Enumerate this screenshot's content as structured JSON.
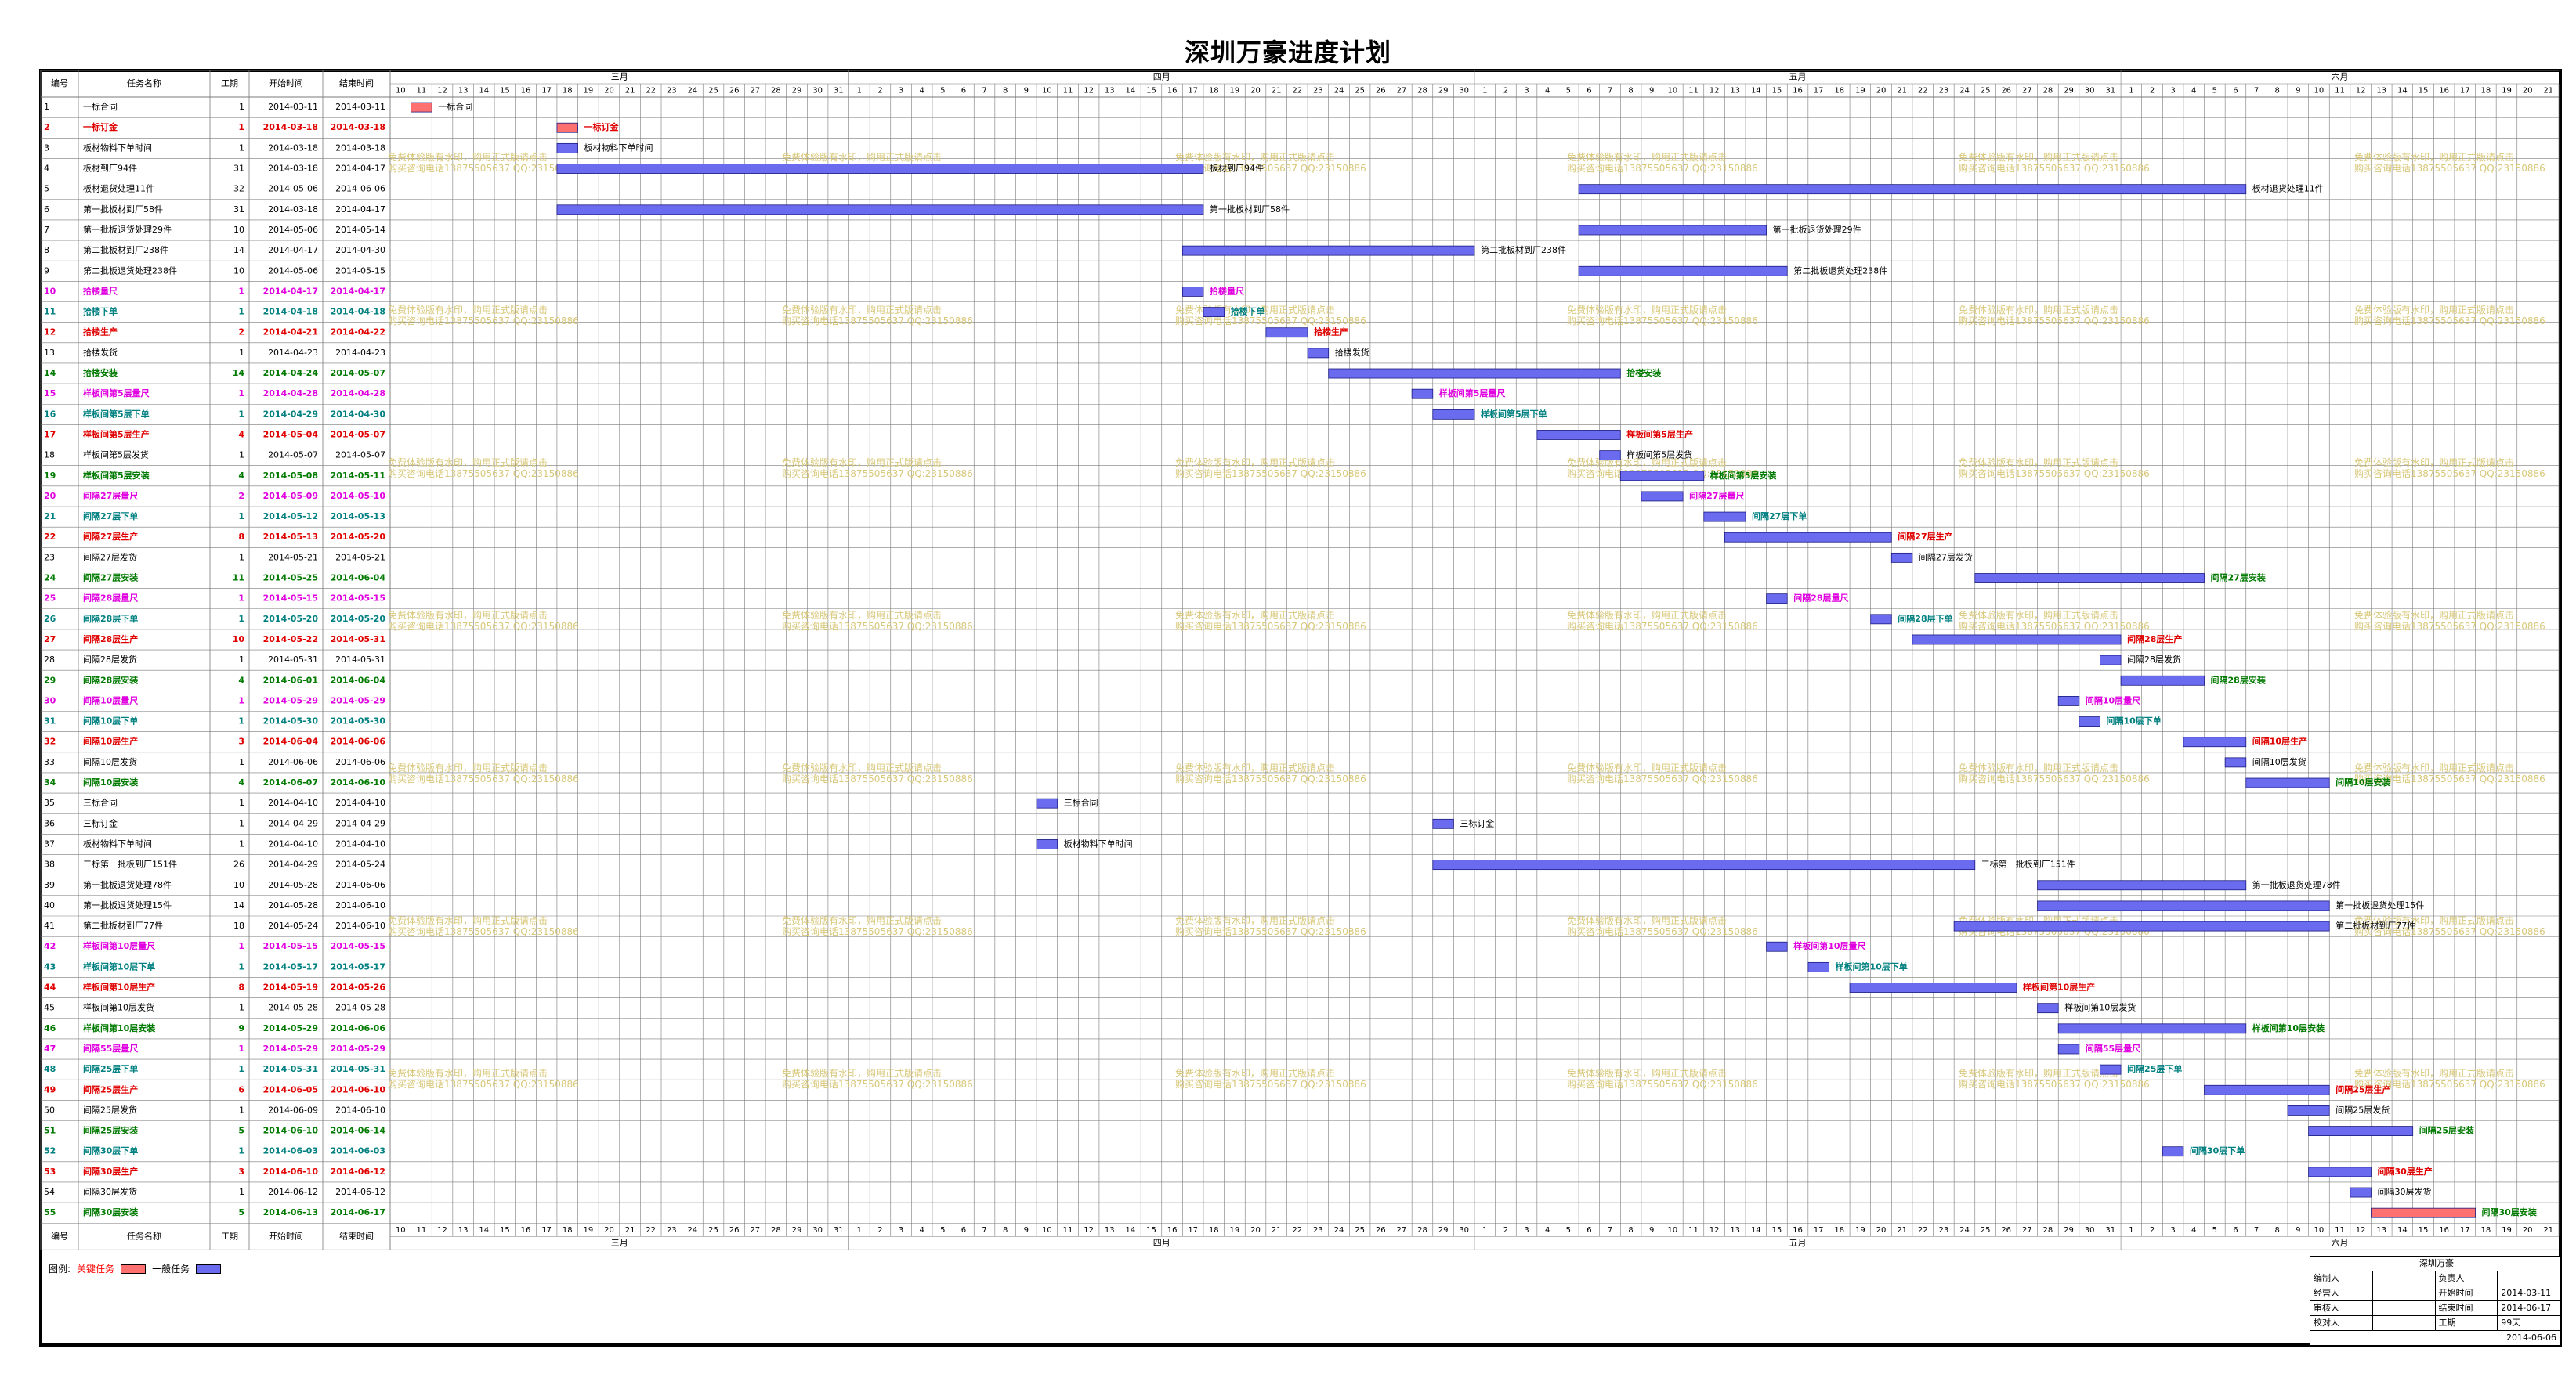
{
  "page": {
    "title": "深圳万豪进度计划"
  },
  "headers": {
    "num": "编号",
    "name": "任务名称",
    "dur": "工期",
    "start": "开始时间",
    "end": "结束时间"
  },
  "months": [
    "三月",
    "四月",
    "五月",
    "六月"
  ],
  "colors": {
    "critical_bar": "#ff7070",
    "normal_bar": "#6b6bf0",
    "bar_stroke": "#1a1a80",
    "grid": "#7a7a7a",
    "watermark": "#d8c87a"
  },
  "watermark_text": [
    "免费体验版有水印，购用正式版请点击",
    "购买咨询电话13875505637 QQ:23150886"
  ],
  "legend": {
    "label": "图例:",
    "critical": "关键任务",
    "normal": "一般任务"
  },
  "info": {
    "project": "深圳万豪",
    "rows": [
      [
        "编制人",
        "",
        "负责人",
        ""
      ],
      [
        "经营人",
        "",
        "开始时间",
        "2014-03-11"
      ],
      [
        "审核人",
        "",
        "结束时间",
        "2014-06-17"
      ],
      [
        "校对人",
        "",
        "工期",
        "99天"
      ]
    ],
    "date": "2014-06-06"
  },
  "chart_data": {
    "type": "gantt",
    "title": "深圳万豪进度计划",
    "timeline": {
      "start": "2014-03-10",
      "end": "2014-06-21"
    },
    "tasks": [
      {
        "id": "1",
        "name": "一标合同",
        "dur": "1",
        "start": "2014-03-11",
        "end": "2014-03-11",
        "style": "normal",
        "crit": true
      },
      {
        "id": "2",
        "name": "一标订金",
        "dur": "1",
        "start": "2014-03-18",
        "end": "2014-03-18",
        "style": "red",
        "crit": true
      },
      {
        "id": "3",
        "name": "板材物料下单时间",
        "dur": "1",
        "start": "2014-03-18",
        "end": "2014-03-18",
        "style": "normal",
        "crit": false
      },
      {
        "id": "4",
        "name": "板材到厂94件",
        "dur": "31",
        "start": "2014-03-18",
        "end": "2014-04-17",
        "style": "normal",
        "crit": false
      },
      {
        "id": "5",
        "name": "板材退货处理11件",
        "dur": "32",
        "start": "2014-05-06",
        "end": "2014-06-06",
        "style": "normal",
        "crit": false
      },
      {
        "id": "6",
        "name": "第一批板材到厂58件",
        "dur": "31",
        "start": "2014-03-18",
        "end": "2014-04-17",
        "style": "normal",
        "crit": false
      },
      {
        "id": "7",
        "name": "第一批板退货处理29件",
        "dur": "10",
        "start": "2014-05-06",
        "end": "2014-05-14",
        "style": "normal",
        "crit": false
      },
      {
        "id": "8",
        "name": "第二批板材到厂238件",
        "dur": "14",
        "start": "2014-04-17",
        "end": "2014-04-30",
        "style": "normal",
        "crit": false
      },
      {
        "id": "9",
        "name": "第二批板退货处理238件",
        "dur": "10",
        "start": "2014-05-06",
        "end": "2014-05-15",
        "style": "normal",
        "crit": false
      },
      {
        "id": "10",
        "name": "拾楼量尺",
        "dur": "1",
        "start": "2014-04-17",
        "end": "2014-04-17",
        "style": "magenta",
        "crit": false
      },
      {
        "id": "11",
        "name": "拾楼下单",
        "dur": "1",
        "start": "2014-04-18",
        "end": "2014-04-18",
        "style": "teal",
        "crit": false
      },
      {
        "id": "12",
        "name": "拾楼生产",
        "dur": "2",
        "start": "2014-04-21",
        "end": "2014-04-22",
        "style": "red",
        "crit": false
      },
      {
        "id": "13",
        "name": "拾楼发货",
        "dur": "1",
        "start": "2014-04-23",
        "end": "2014-04-23",
        "style": "normal",
        "crit": false
      },
      {
        "id": "14",
        "name": "拾楼安装",
        "dur": "14",
        "start": "2014-04-24",
        "end": "2014-05-07",
        "style": "green",
        "crit": false
      },
      {
        "id": "15",
        "name": "样板间第5层量尺",
        "dur": "1",
        "start": "2014-04-28",
        "end": "2014-04-28",
        "style": "magenta",
        "crit": false
      },
      {
        "id": "16",
        "name": "样板间第5层下单",
        "dur": "1",
        "start": "2014-04-29",
        "end": "2014-04-30",
        "style": "teal",
        "crit": false
      },
      {
        "id": "17",
        "name": "样板间第5层生产",
        "dur": "4",
        "start": "2014-05-04",
        "end": "2014-05-07",
        "style": "red",
        "crit": false
      },
      {
        "id": "18",
        "name": "样板间第5层发货",
        "dur": "1",
        "start": "2014-05-07",
        "end": "2014-05-07",
        "style": "normal",
        "crit": false
      },
      {
        "id": "19",
        "name": "样板间第5层安装",
        "dur": "4",
        "start": "2014-05-08",
        "end": "2014-05-11",
        "style": "green",
        "crit": false
      },
      {
        "id": "20",
        "name": "间隔27层量尺",
        "dur": "2",
        "start": "2014-05-09",
        "end": "2014-05-10",
        "style": "magenta",
        "crit": false
      },
      {
        "id": "21",
        "name": "间隔27层下单",
        "dur": "1",
        "start": "2014-05-12",
        "end": "2014-05-13",
        "style": "teal",
        "crit": false
      },
      {
        "id": "22",
        "name": "间隔27层生产",
        "dur": "8",
        "start": "2014-05-13",
        "end": "2014-05-20",
        "style": "red",
        "crit": false
      },
      {
        "id": "23",
        "name": "间隔27层发货",
        "dur": "1",
        "start": "2014-05-21",
        "end": "2014-05-21",
        "style": "normal",
        "crit": false
      },
      {
        "id": "24",
        "name": "间隔27层安装",
        "dur": "11",
        "start": "2014-05-25",
        "end": "2014-06-04",
        "style": "green",
        "crit": false
      },
      {
        "id": "25",
        "name": "间隔28层量尺",
        "dur": "1",
        "start": "2014-05-15",
        "end": "2014-05-15",
        "style": "magenta",
        "crit": false
      },
      {
        "id": "26",
        "name": "间隔28层下单",
        "dur": "1",
        "start": "2014-05-20",
        "end": "2014-05-20",
        "style": "teal",
        "crit": false
      },
      {
        "id": "27",
        "name": "间隔28层生产",
        "dur": "10",
        "start": "2014-05-22",
        "end": "2014-05-31",
        "style": "red",
        "crit": false
      },
      {
        "id": "28",
        "name": "间隔28层发货",
        "dur": "1",
        "start": "2014-05-31",
        "end": "2014-05-31",
        "style": "normal",
        "crit": false
      },
      {
        "id": "29",
        "name": "间隔28层安装",
        "dur": "4",
        "start": "2014-06-01",
        "end": "2014-06-04",
        "style": "green",
        "crit": false
      },
      {
        "id": "30",
        "name": "间隔10层量尺",
        "dur": "1",
        "start": "2014-05-29",
        "end": "2014-05-29",
        "style": "magenta",
        "crit": false
      },
      {
        "id": "31",
        "name": "间隔10层下单",
        "dur": "1",
        "start": "2014-05-30",
        "end": "2014-05-30",
        "style": "teal",
        "crit": false
      },
      {
        "id": "32",
        "name": "间隔10层生产",
        "dur": "3",
        "start": "2014-06-04",
        "end": "2014-06-06",
        "style": "red",
        "crit": false
      },
      {
        "id": "33",
        "name": "间隔10层发货",
        "dur": "1",
        "start": "2014-06-06",
        "end": "2014-06-06",
        "style": "normal",
        "crit": false
      },
      {
        "id": "34",
        "name": "间隔10层安装",
        "dur": "4",
        "start": "2014-06-07",
        "end": "2014-06-10",
        "style": "green",
        "crit": false
      },
      {
        "id": "35",
        "name": "三标合同",
        "dur": "1",
        "start": "2014-04-10",
        "end": "2014-04-10",
        "style": "normal",
        "crit": false
      },
      {
        "id": "36",
        "name": "三标订金",
        "dur": "1",
        "start": "2014-04-29",
        "end": "2014-04-29",
        "style": "normal",
        "crit": false
      },
      {
        "id": "37",
        "name": "板材物料下单时间",
        "dur": "1",
        "start": "2014-04-10",
        "end": "2014-04-10",
        "style": "normal",
        "crit": false
      },
      {
        "id": "38",
        "name": "三标第一批板到厂151件",
        "dur": "26",
        "start": "2014-04-29",
        "end": "2014-05-24",
        "style": "normal",
        "crit": false
      },
      {
        "id": "39",
        "name": "第一批板退货处理78件",
        "dur": "10",
        "start": "2014-05-28",
        "end": "2014-06-06",
        "style": "normal",
        "crit": false
      },
      {
        "id": "40",
        "name": "第一批板退货处理15件",
        "dur": "14",
        "start": "2014-05-28",
        "end": "2014-06-10",
        "style": "normal",
        "crit": false
      },
      {
        "id": "41",
        "name": "第二批板材到厂77件",
        "dur": "18",
        "start": "2014-05-24",
        "end": "2014-06-10",
        "style": "normal",
        "crit": false
      },
      {
        "id": "42",
        "name": "样板间第10层量尺",
        "dur": "1",
        "start": "2014-05-15",
        "end": "2014-05-15",
        "style": "magenta",
        "crit": false
      },
      {
        "id": "43",
        "name": "样板间第10层下单",
        "dur": "1",
        "start": "2014-05-17",
        "end": "2014-05-17",
        "style": "teal",
        "crit": false
      },
      {
        "id": "44",
        "name": "样板间第10层生产",
        "dur": "8",
        "start": "2014-05-19",
        "end": "2014-05-26",
        "style": "red",
        "crit": false
      },
      {
        "id": "45",
        "name": "样板间第10层发货",
        "dur": "1",
        "start": "2014-05-28",
        "end": "2014-05-28",
        "style": "normal",
        "crit": false
      },
      {
        "id": "46",
        "name": "样板间第10层安装",
        "dur": "9",
        "start": "2014-05-29",
        "end": "2014-06-06",
        "style": "green",
        "crit": false
      },
      {
        "id": "47",
        "name": "间隔55层量尺",
        "dur": "1",
        "start": "2014-05-29",
        "end": "2014-05-29",
        "style": "magenta",
        "crit": false
      },
      {
        "id": "48",
        "name": "间隔25层下单",
        "dur": "1",
        "start": "2014-05-31",
        "end": "2014-05-31",
        "style": "teal",
        "crit": false
      },
      {
        "id": "49",
        "name": "间隔25层生产",
        "dur": "6",
        "start": "2014-06-05",
        "end": "2014-06-10",
        "style": "red",
        "crit": false
      },
      {
        "id": "50",
        "name": "间隔25层发货",
        "dur": "1",
        "start": "2014-06-09",
        "end": "2014-06-10",
        "style": "normal",
        "crit": false
      },
      {
        "id": "51",
        "name": "间隔25层安装",
        "dur": "5",
        "start": "2014-06-10",
        "end": "2014-06-14",
        "style": "green",
        "crit": false
      },
      {
        "id": "52",
        "name": "间隔30层下单",
        "dur": "1",
        "start": "2014-06-03",
        "end": "2014-06-03",
        "style": "teal",
        "crit": false
      },
      {
        "id": "53",
        "name": "间隔30层生产",
        "dur": "3",
        "start": "2014-06-10",
        "end": "2014-06-12",
        "style": "red",
        "crit": false
      },
      {
        "id": "54",
        "name": "间隔30层发货",
        "dur": "1",
        "start": "2014-06-12",
        "end": "2014-06-12",
        "style": "normal",
        "crit": false
      },
      {
        "id": "55",
        "name": "间隔30层安装",
        "dur": "5",
        "start": "2014-06-13",
        "end": "2014-06-17",
        "style": "green",
        "crit": true
      }
    ]
  }
}
